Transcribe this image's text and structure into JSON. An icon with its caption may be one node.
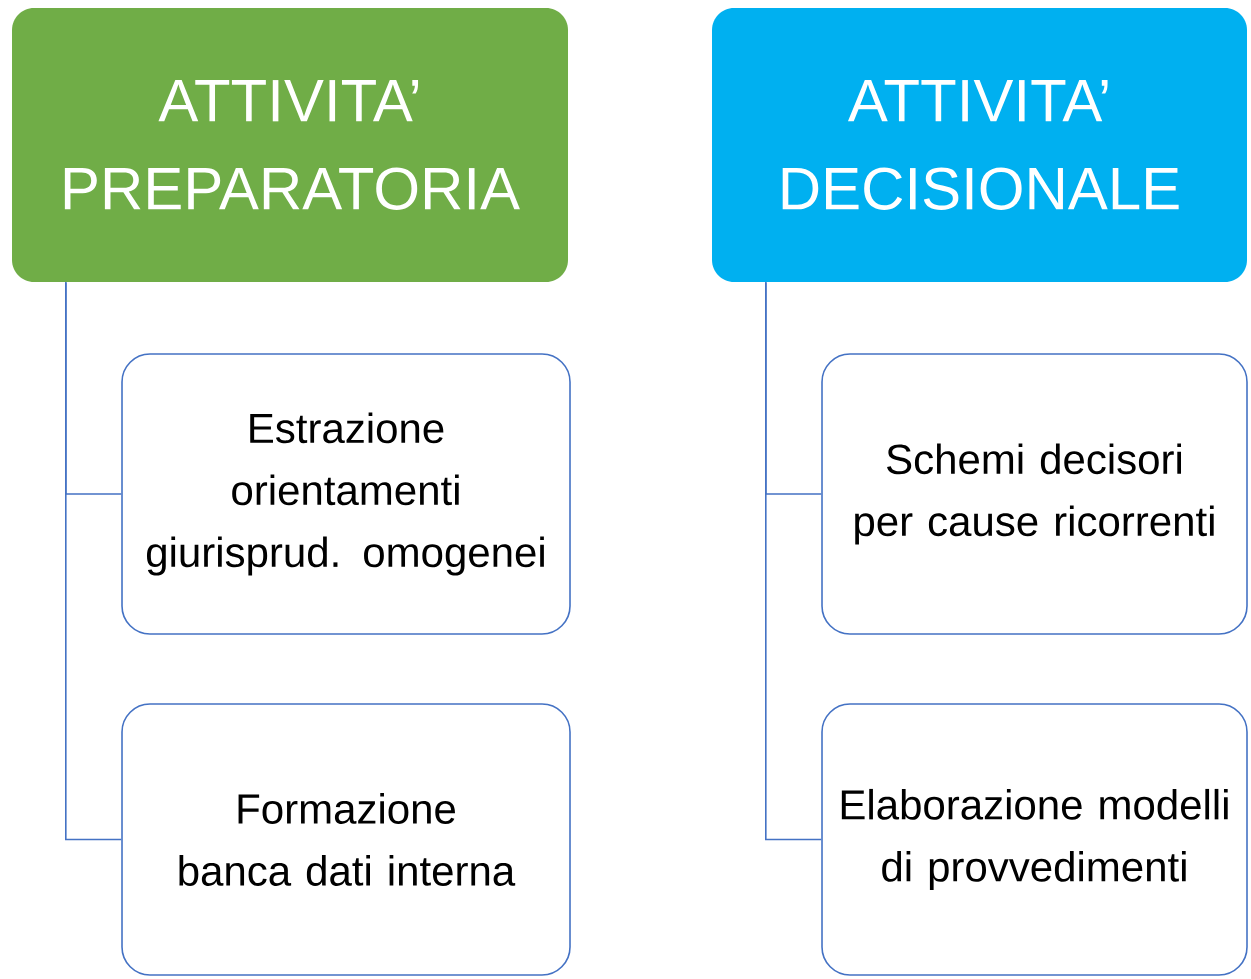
{
  "diagram": {
    "nodes": [
      {
        "text": [
          "ATTIVITA’ PREPARATORIA"
        ]
      },
      {
        "text": [
          "Estrazione orientamenti giurisprud. omogenei"
        ]
      },
      {
        "text": [
          "Formazione banca dati interna"
        ]
      },
      {
        "text": [
          "ATTIVITA’ DECISIONALE"
        ]
      },
      {
        "text": [
          "Schemi decisori per cause ricorrenti"
        ]
      },
      {
        "text": [
          "Elaborazione modelli di provvedimenti"
        ]
      }
    ],
    "edges": [
      {
        "from": 0,
        "to": 1,
        "arrow": "none"
      },
      {
        "from": 0,
        "to": 2,
        "arrow": "none"
      },
      {
        "from": 3,
        "to": 4,
        "arrow": "none"
      },
      {
        "from": 3,
        "to": 5,
        "arrow": "none"
      }
    ]
  }
}
